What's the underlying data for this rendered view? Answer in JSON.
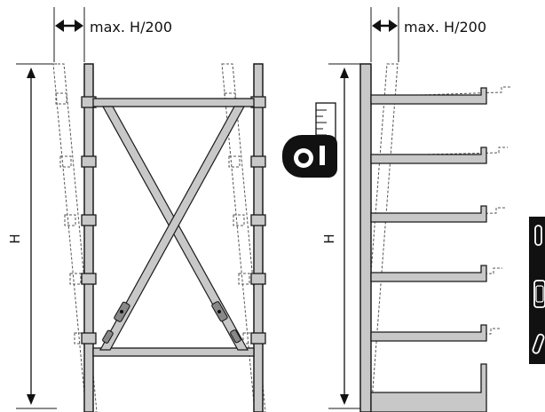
{
  "left_figure": {
    "tolerance_label": "max. H/200",
    "height_label": "H"
  },
  "right_figure": {
    "tolerance_label": "max. H/200",
    "height_label": "H"
  },
  "colors": {
    "steel": "#c8c8c8",
    "outline": "#1a1a1a",
    "dashed": "#555555",
    "badge": "#111111"
  },
  "icons": [
    "tape-measure-icon",
    "inspection-badge-icon"
  ]
}
